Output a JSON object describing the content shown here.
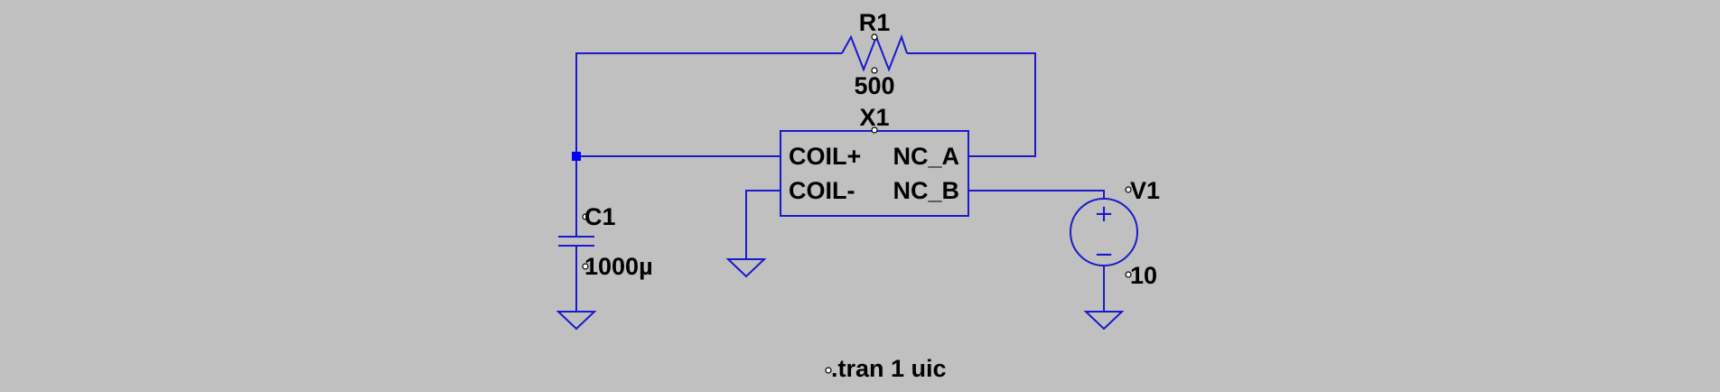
{
  "schematic": {
    "resistor": {
      "name": "R1",
      "value": "500"
    },
    "relay": {
      "name": "X1",
      "pins": {
        "coil_plus": "COIL+",
        "coil_minus": "COIL-",
        "nc_a": "NC_A",
        "nc_b": "NC_B"
      }
    },
    "capacitor": {
      "name": "C1",
      "value": "1000µ"
    },
    "source": {
      "name": "V1",
      "value": "10",
      "plus": "+",
      "minus": "−"
    },
    "directive": ".tran 1 uic"
  },
  "colors": {
    "background": "#c0c0c0",
    "wire": "#1a1acc",
    "junction": "#0000ff",
    "text": "#000000"
  }
}
